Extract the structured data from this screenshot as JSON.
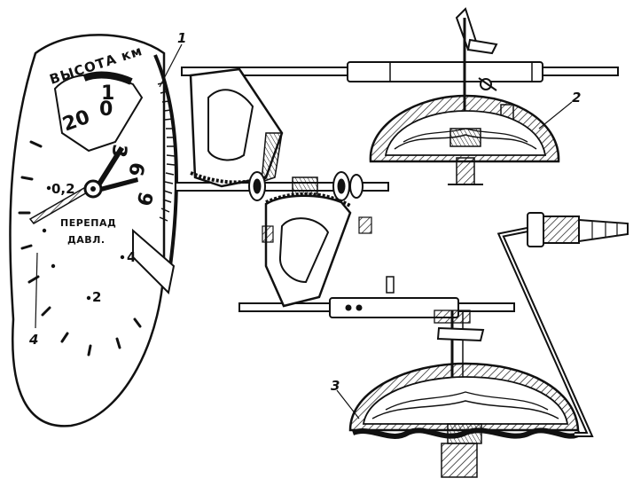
{
  "diagram": {
    "dial": {
      "title": "ВЫСОТА км",
      "inner_scale": [
        "0",
        "1",
        "20",
        "3",
        "6",
        "9"
      ],
      "outer_scale": [
        "0,2",
        "4",
        "2"
      ],
      "caption_line1": "ПЕРЕПАД",
      "caption_line2": "ДАВЛ."
    },
    "callouts": {
      "c1": "1",
      "c2": "2",
      "c3": "3",
      "c4": "4"
    }
  }
}
